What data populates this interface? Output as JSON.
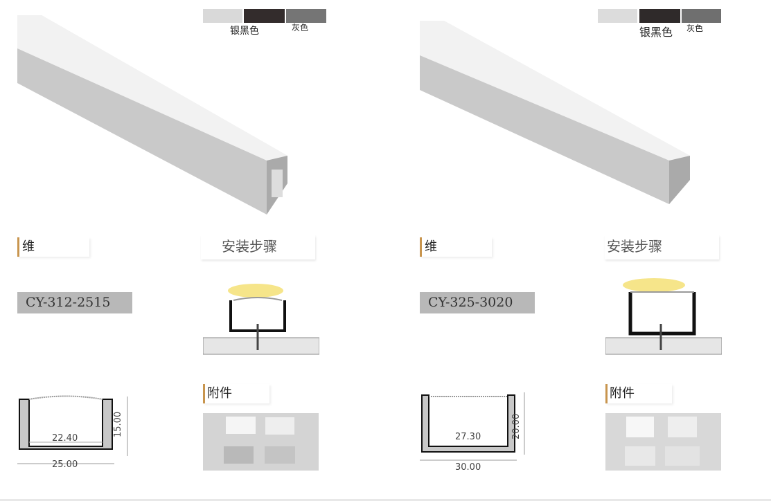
{
  "products": [
    {
      "swatches": [
        {
          "color": "#d9d9d9"
        },
        {
          "color": "#332c2c",
          "label": "银黑色"
        },
        {
          "color": "#757575",
          "label": "灰色"
        }
      ],
      "dimension_header": "维",
      "install_title": "安装步骤",
      "model": "CY-312-2515",
      "accessories_title": "附件",
      "inner_width": "22.40",
      "outer_width": "25.00",
      "height": "15.00"
    },
    {
      "swatches": [
        {
          "color": "#dcdcdc"
        },
        {
          "color": "#2f2a2a",
          "label": "银黑色"
        },
        {
          "color": "#6f6f6f",
          "label": "灰色"
        }
      ],
      "dimension_header": "维",
      "install_title": "安装步骤",
      "model": "CY-325-3020",
      "accessories_title": "附件",
      "inner_width": "27.30",
      "outer_width": "30.00",
      "height": "20.00"
    }
  ]
}
